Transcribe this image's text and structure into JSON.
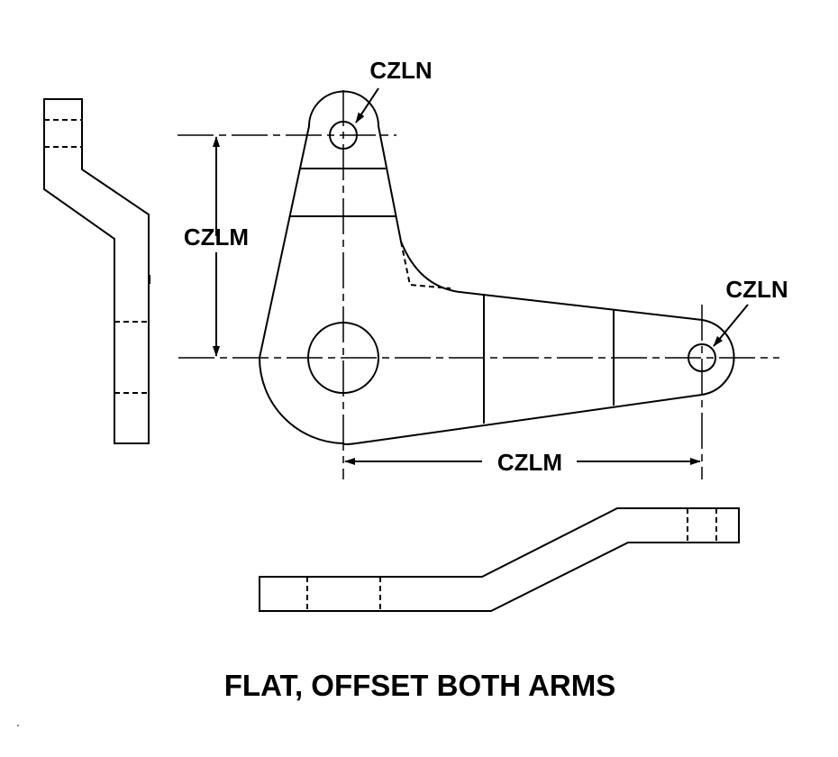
{
  "labels": {
    "hole_small_top": "CZLN",
    "hole_small_right": "CZLN",
    "dim_vertical": "CZLM",
    "dim_horizontal": "CZLM"
  },
  "caption": "FLAT, OFFSET BOTH ARMS",
  "colors": {
    "line": "#000000",
    "background": "#ffffff"
  }
}
